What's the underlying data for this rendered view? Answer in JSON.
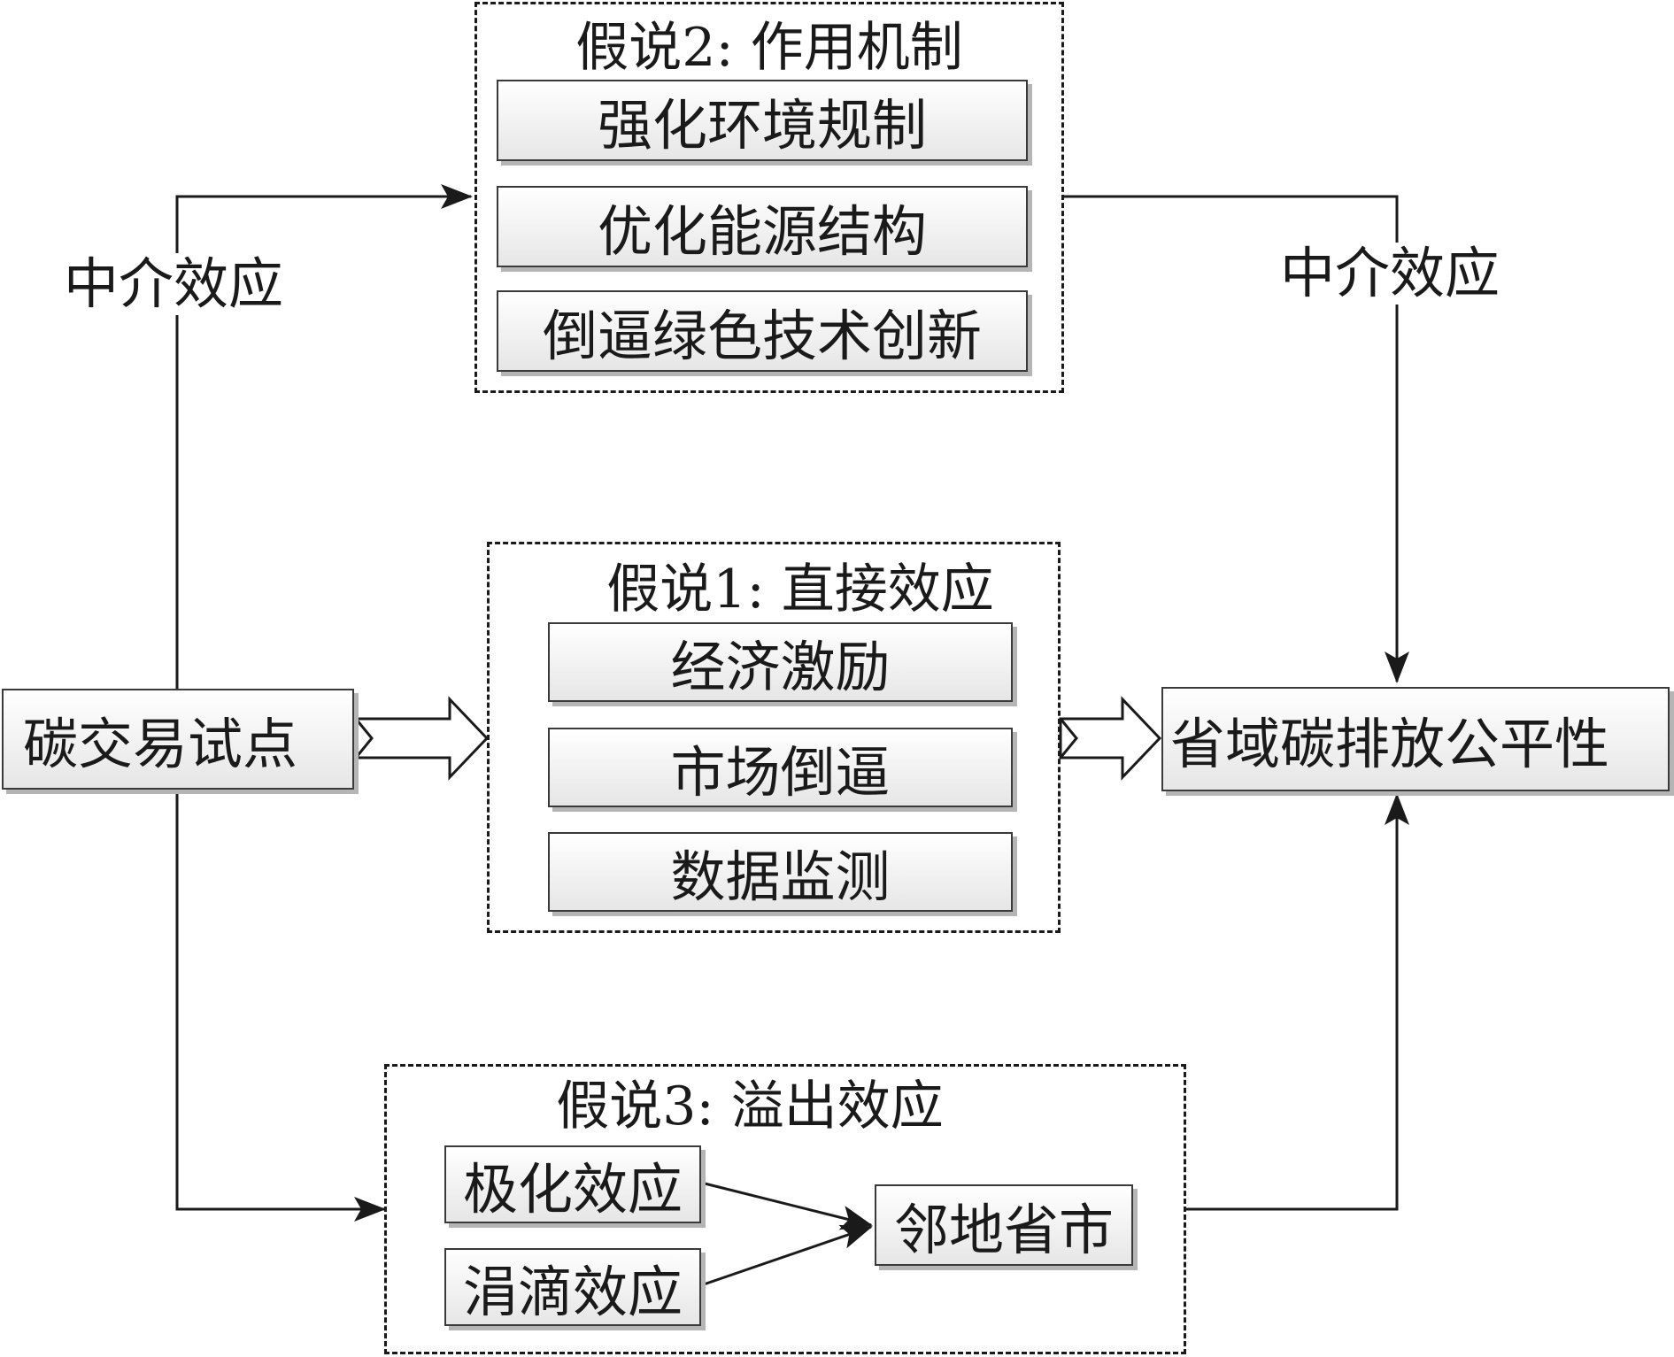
{
  "groups": {
    "mechanism": {
      "title": "假说2: 作用机制",
      "items": [
        "强化环境规制",
        "优化能源结构",
        "倒逼绿色技术创新"
      ]
    },
    "direct": {
      "title": "假说1: 直接效应",
      "items": [
        "经济激励",
        "市场倒逼",
        "数据监测"
      ]
    },
    "spillover": {
      "title": "假说3: 溢出效应",
      "effects": [
        "极化效应",
        "涓滴效应"
      ],
      "target": "邻地省市"
    }
  },
  "source": "碳交易试点",
  "outcome": "省域碳排放公平性",
  "edge_labels": {
    "left": "中介效应",
    "right": "中介效应"
  }
}
